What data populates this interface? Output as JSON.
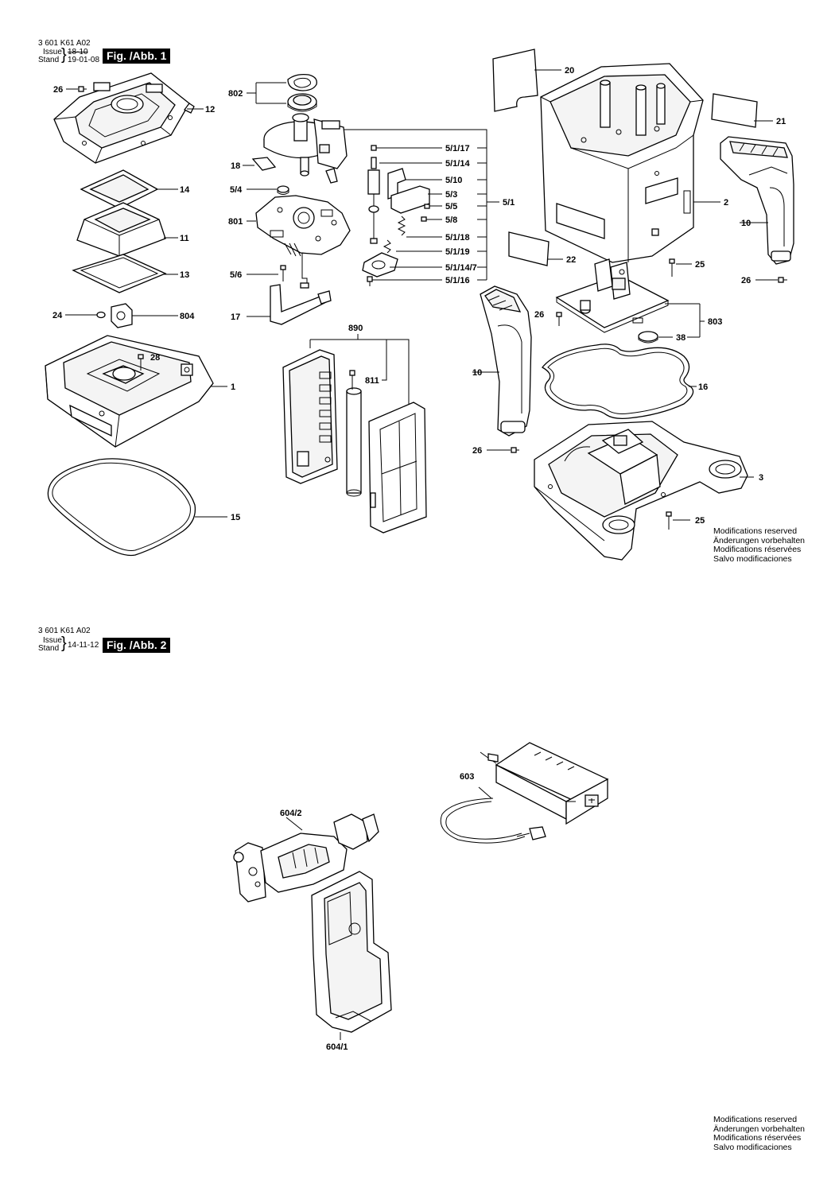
{
  "figure1": {
    "part_number": "3 601 K61 A02",
    "issue_label": "Issue",
    "stand_label": "Stand",
    "issue_value": "18-10",
    "stand_value": "19-01-08",
    "fig_label": "Fig. /Abb. 1"
  },
  "figure2": {
    "part_number": "3 601 K61 A02",
    "issue_label": "Issue",
    "stand_label": "Stand",
    "date_value": "14-11-12",
    "fig_label": "Fig. /Abb. 2"
  },
  "notes": [
    "Modifications reserved",
    "Änderungen vorbehalten",
    "Modifications réservées",
    "Salvo modificaciones"
  ],
  "labels": {
    "p26a": "26",
    "p12": "12",
    "p14": "14",
    "p11": "11",
    "p13": "13",
    "p24": "24",
    "p804": "804",
    "p28": "28",
    "p1": "1",
    "p15": "15",
    "p802": "802",
    "p18": "18",
    "p5_4": "5/4",
    "p801": "801",
    "p5_6": "5/6",
    "p17": "17",
    "p5_1_17": "5/1/17",
    "p5_1_14": "5/1/14",
    "p5_10": "5/10",
    "p5_3": "5/3",
    "p5_5": "5/5",
    "p5_8": "5/8",
    "p5_1_18": "5/1/18",
    "p5_1_19": "5/1/19",
    "p5_1_14_7": "5/1/14/7",
    "p5_1_16": "5/1/16",
    "p5_1": "5/1",
    "p890": "890",
    "p811": "811",
    "p20": "20",
    "p21": "21",
    "p2": "2",
    "p10a": "10",
    "p22": "22",
    "p25a": "25",
    "p26b": "26",
    "p26c": "26",
    "p803": "803",
    "p38": "38",
    "p16": "16",
    "p10b": "10",
    "p26d": "26",
    "p3": "3",
    "p25b": "25",
    "p603": "603",
    "p604_2": "604/2",
    "p604_1": "604/1"
  }
}
